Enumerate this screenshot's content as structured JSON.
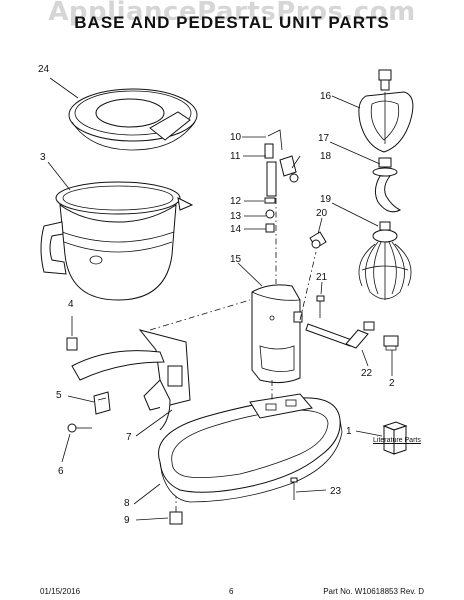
{
  "watermark": "AppliancePartsPros.com",
  "title": "BASE AND PEDESTAL UNIT PARTS",
  "callouts": [
    "24",
    "3",
    "16",
    "10",
    "11",
    "17",
    "18",
    "12",
    "13",
    "14",
    "19",
    "20",
    "15",
    "21",
    "4",
    "22",
    "2",
    "5",
    "7",
    "1",
    "6",
    "8",
    "23",
    "9"
  ],
  "literature_caption": "Literature Parts",
  "footer": {
    "date": "01/15/2016",
    "page": "6",
    "part": "Part No. W10618853  Rev. D"
  }
}
